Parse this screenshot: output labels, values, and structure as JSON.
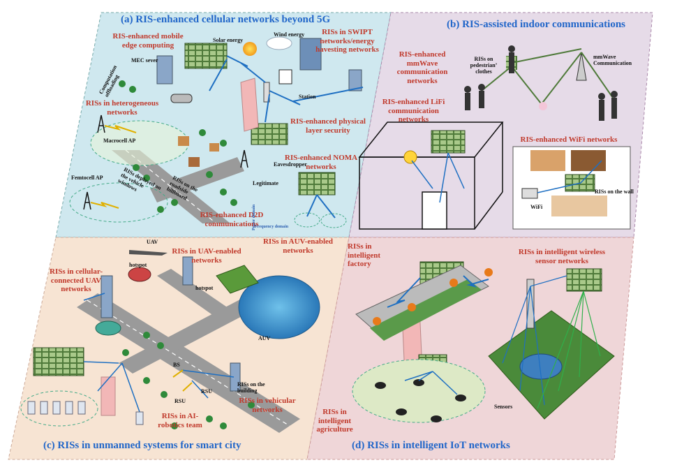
{
  "colors": {
    "panel_a": "#cfe8ef",
    "panel_b": "#e6dbe8",
    "panel_c": "#f7e4d3",
    "panel_d": "#efd6d8",
    "title_blue": "#2166c9",
    "label_red": "#c0392b",
    "ris_green": "#4f7a3a",
    "road_gray": "#9a9a9a"
  },
  "panels": {
    "a": {
      "title": "(a) RIS-enhanced cellular networks beyond 5G",
      "labels": {
        "mec": "RIS-enhanced mobile edge computing",
        "swipt": "RISs in SWIPT networks/energy havesting networks",
        "hetnet": "RISs in heterogeneous networks",
        "physec": "RIS-enhanced physical layer security",
        "noma": "RIS-enhanced NOMA networks",
        "d2d": "RIS-enhanced D2D communications"
      },
      "small": {
        "mec_server": "MEC sever",
        "offloading": "Computation offloading",
        "solar": "Solar energy",
        "wind": "Wind energy",
        "station": "Station",
        "macrocell": "Macrocell AP",
        "femtocell": "Femtocell AP",
        "vehicle_windows": "RISs deployed on the vehicle windows",
        "billboard": "RISs on the roadside billboard",
        "eavesdropper": "Eavesdropper",
        "legitimate": "Legitimate",
        "power_domain": "Power domain",
        "frequency_domain": "Frequency domain"
      }
    },
    "b": {
      "title": "(b) RIS-assisted indoor communications",
      "labels": {
        "mmwave": "RIS-enhanced mmWave communication networks",
        "lifi": "RIS-enhanced LiFi communication networks",
        "wifi": "RIS-enhanced WiFi networks"
      },
      "small": {
        "clothes": "RISs on pedestrian’ clothes",
        "mmwave_comm": "mmWave Communication",
        "on_wall": "RISs on the wall",
        "wifi": "WiFi"
      }
    },
    "c": {
      "title": "(c) RISs in unmanned systems for smart city",
      "labels": {
        "uav_enabled": "RISs in UAV-enabled networks",
        "auv_enabled": "RISs in AUV-enabled networks",
        "cellular_uav": "RISs in cellular-connected UAV networks",
        "vehicular": "RISs in vehicular networks",
        "robotics": "RISs in AI-robotics team"
      },
      "small": {
        "uav": "UAV",
        "hotspot1": "hotspot",
        "hotspot2": "hotspot",
        "auv": "AUV",
        "bs": "BS",
        "rsu1": "RSU",
        "rsu2": "RSU",
        "building": "RISs on the building"
      }
    },
    "d": {
      "title": "(d) RISs in intelligent IoT networks",
      "labels": {
        "factory": "RISs in intelligent factory",
        "wsn": "RISs in intelligent wireless sensor networks",
        "agriculture": "RISs in intelligent agriculture"
      },
      "small": {
        "sensors": "Sensors"
      }
    }
  }
}
